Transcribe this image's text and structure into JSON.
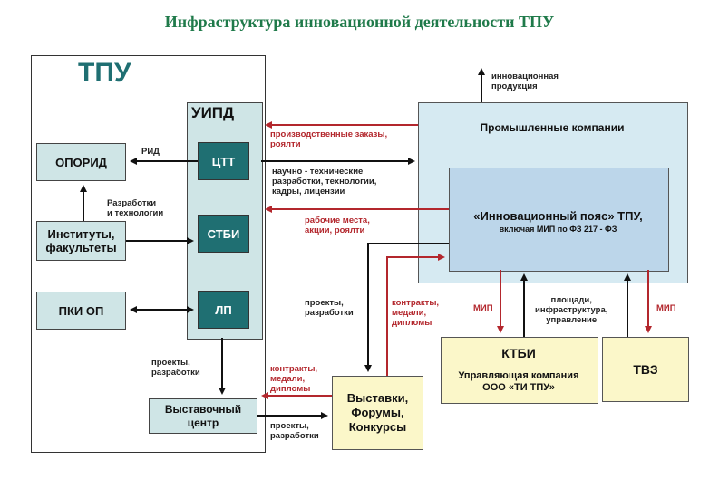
{
  "title": "Инфраструктура инновационной деятельности ТПУ",
  "tpu": "ТПУ",
  "uipd": "УИПД",
  "boxes": {
    "oporid": "ОПОРИД",
    "institutes": "Институты,\nфакультеты",
    "pki": "ПКИ ОП",
    "ctt": "ЦТТ",
    "stbi": "СТБИ",
    "lp": "ЛП",
    "exhibition_center": "Выставочный\nцентр",
    "forums": "Выставки,\nФорумы,\nКонкурсы",
    "industrial": "Промышленные компании",
    "belt_title": "«Инновационный пояс» ТПУ,",
    "belt_sub": "включая  МИП по ФЗ 217 - ФЗ",
    "ktbi_title": "КТБИ",
    "ktbi_sub": "Управляющая  компания\nООО «ТИ ТПУ»",
    "tvz": "ТВЗ"
  },
  "labels": {
    "innovative_products": "инновационная\nпродукция",
    "production_orders": "производственные заказы,\nроялти",
    "rid": "РИД",
    "scitech": "научно - технические\nразработки, технологии,\nкадры, лицензии",
    "dev_tech": "Разработки\nи технологии",
    "workplaces": "рабочие  места,\nакции, роялти",
    "projects_dev_mid": "проекты,\nразработки",
    "contracts_mid": "контракты,\nмедали,\nдипломы",
    "mip_left": "МИП",
    "infra": "площади,\nинфраструктура,\nуправление",
    "mip_right": "МИП",
    "projects_dev_left": "проекты,\nразработки",
    "contracts_bottom": "контракты,\nмедали,\nдипломы",
    "projects_dev_bottom": "проекты,\nразработки"
  },
  "colors": {
    "title": "#1f7a4a",
    "tpu": "#1f6f72",
    "dark_box": "#1f6f72",
    "teal_box": "#cfe5e6",
    "industrial": "#d6eaf2",
    "belt": "#bcd6ea",
    "cream": "#fbf7c9",
    "red": "#b3272d"
  }
}
